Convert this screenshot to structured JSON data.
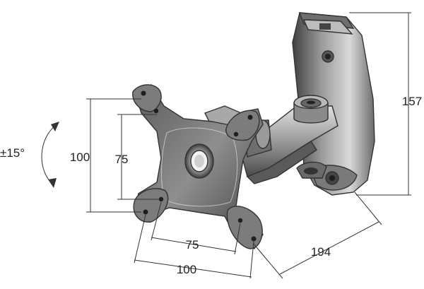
{
  "labels": {
    "tilt": "±15°",
    "outer_height": "100",
    "inner_height": "75",
    "inner_width": "75",
    "outer_width": "100",
    "reach": "194",
    "wall_height": "157"
  },
  "colors": {
    "ink": "#333333",
    "metal_dark": "#4a4a4a",
    "metal_mid": "#8c8c8c",
    "metal_light": "#d6d6d6",
    "background": "#ffffff"
  }
}
